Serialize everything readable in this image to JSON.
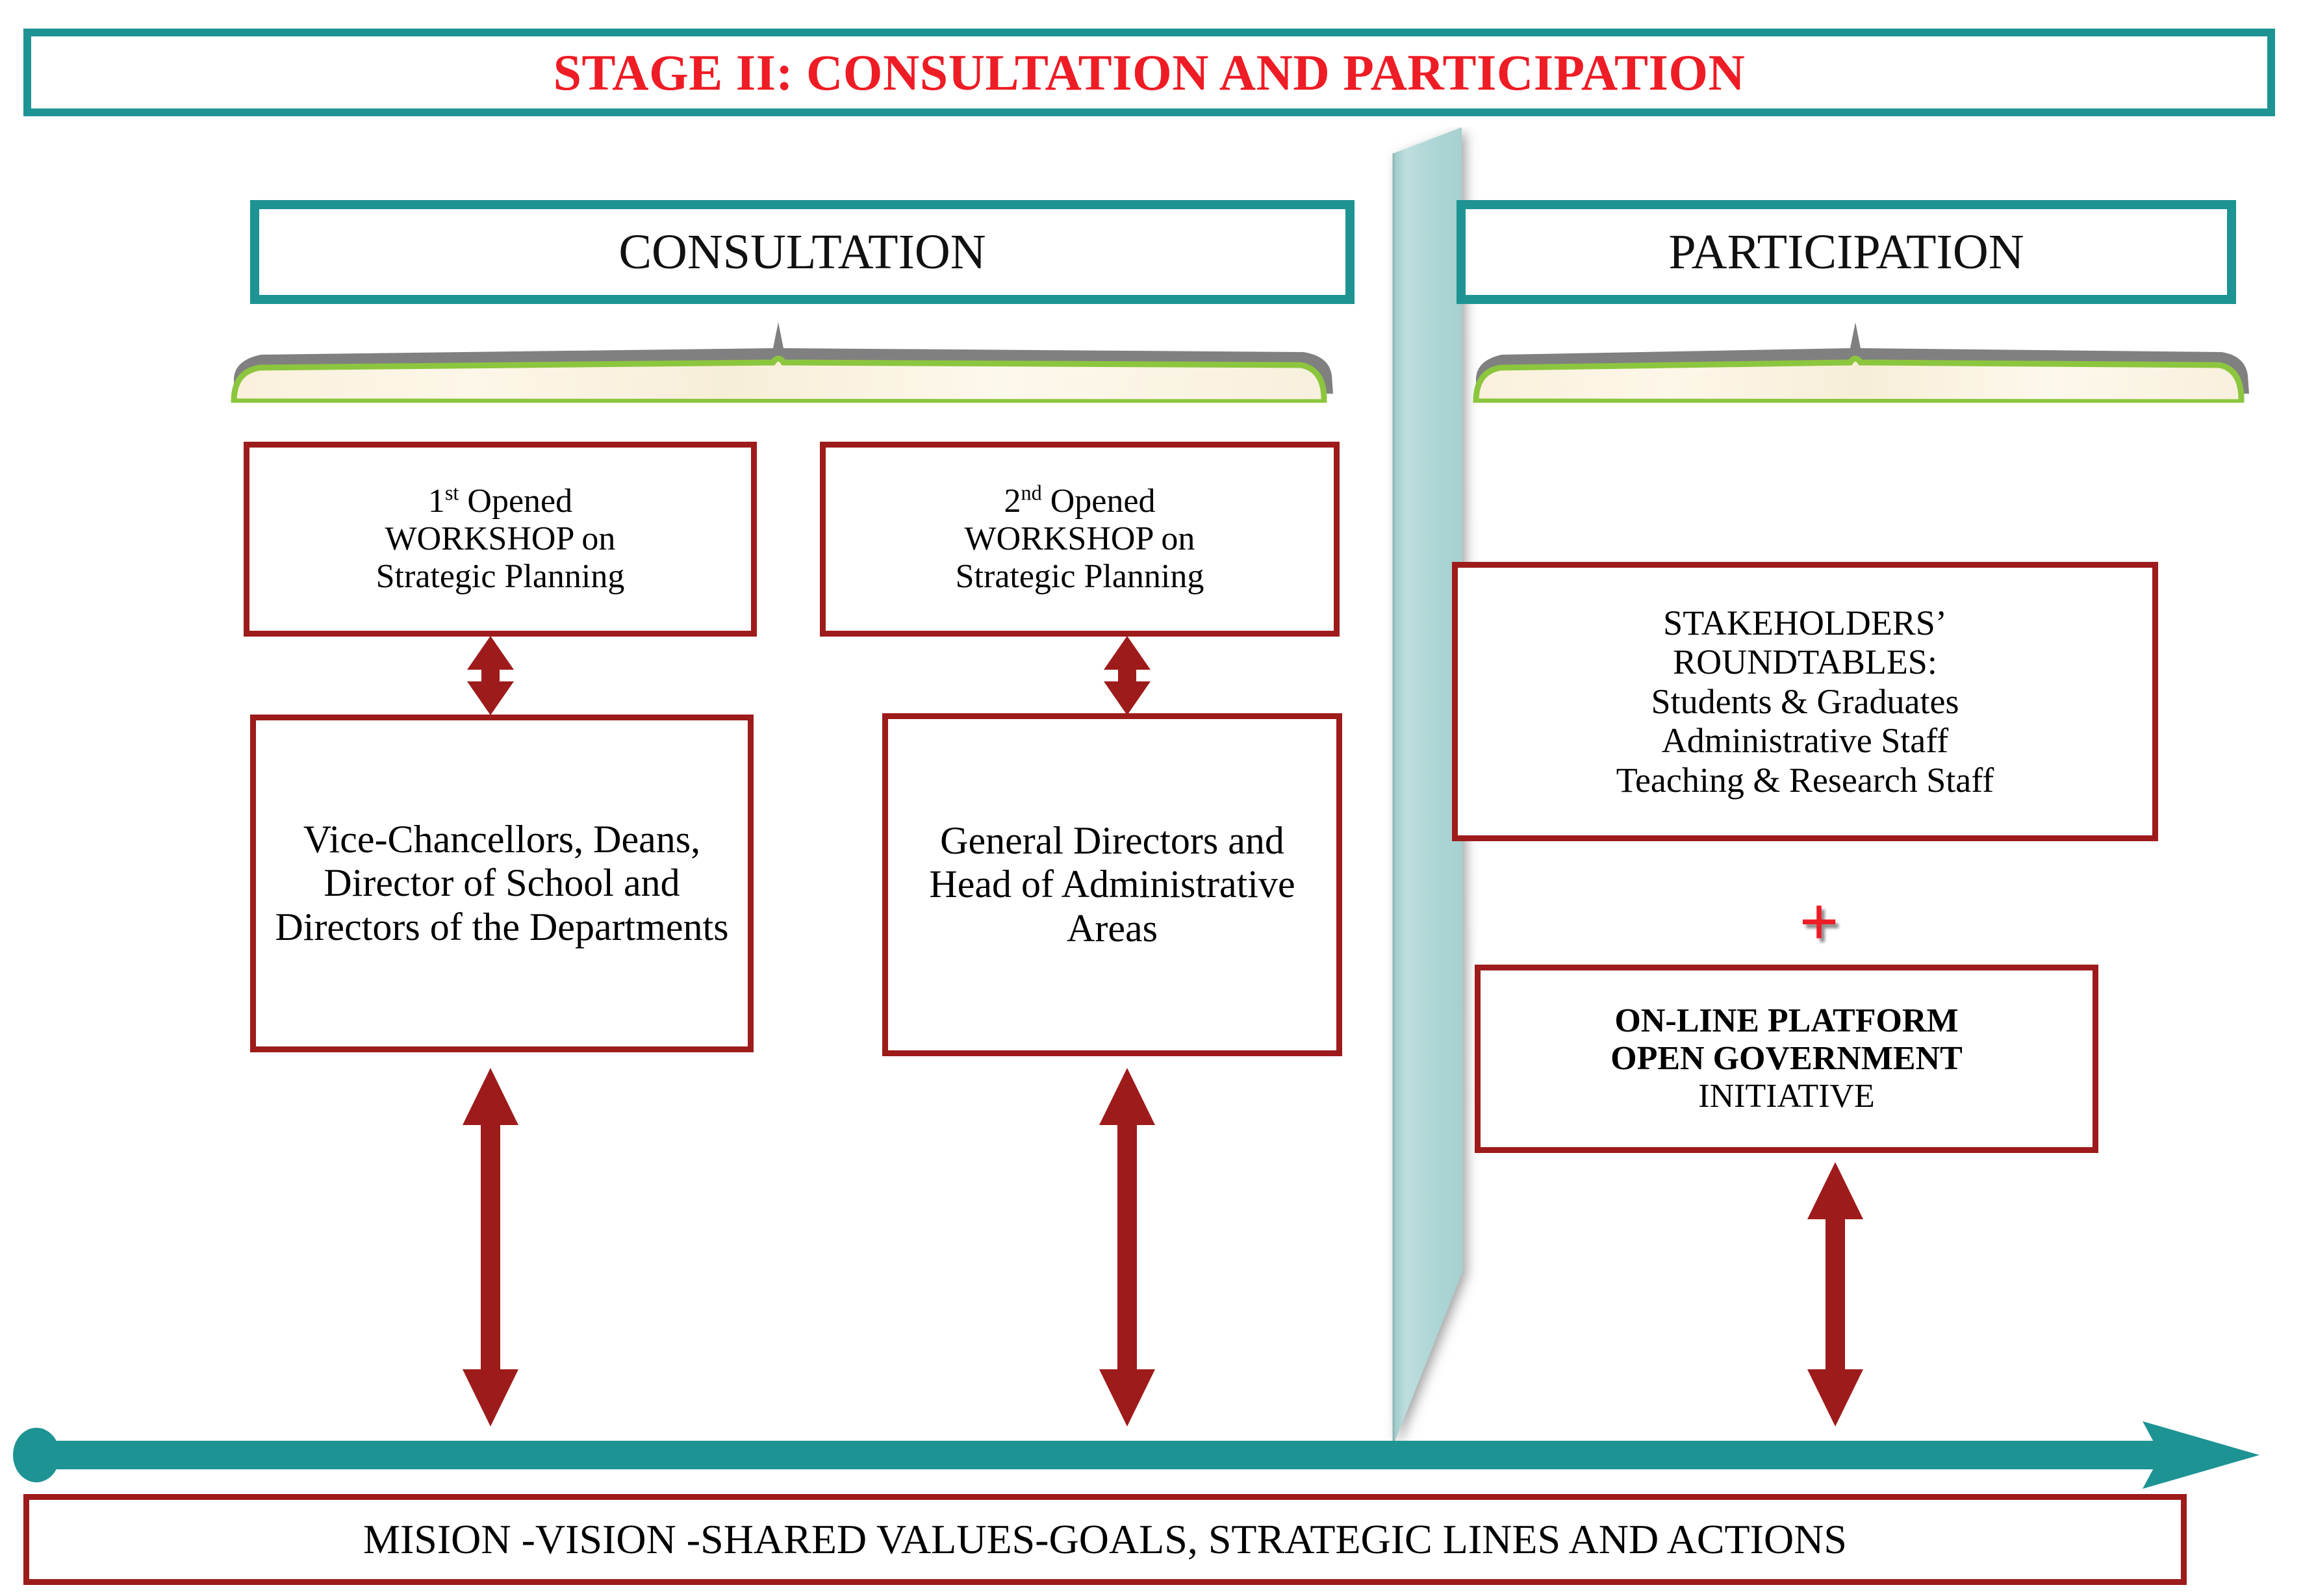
{
  "title": {
    "text": "STAGE II: CONSULTATION AND PARTICIPATION",
    "color": "#EE1C25",
    "border_color": "#1E9393"
  },
  "sections": {
    "consultation": {
      "label": "CONSULTATION"
    },
    "participation": {
      "label": "PARTICIPATION"
    }
  },
  "boxes": {
    "workshop_1": {
      "ordinal": "1",
      "ordinal_suffix": "st",
      "line1_rest": " Opened",
      "line2": "WORKSHOP on",
      "line3": "Strategic Planning"
    },
    "workshop_2": {
      "ordinal": "2",
      "ordinal_suffix": "nd",
      "line1_rest": " Opened",
      "line2": "WORKSHOP on",
      "line3": "Strategic Planning"
    },
    "vice_chancellors": {
      "text": "Vice-Chancellors, Deans, Director of School and Directors of the Departments"
    },
    "general_directors": {
      "text": "General Directors and Head of Administrative Areas"
    },
    "stakeholders": {
      "line1": "STAKEHOLDERS’",
      "line2": "ROUNDTABLES:",
      "line3": "Students & Graduates",
      "line4": "Administrative Staff",
      "line5": "Teaching & Research  Staff"
    },
    "online_platform": {
      "line1": "ON-LINE PLATFORM",
      "line2": "OPEN GOVERNMENT",
      "line3": "INITIATIVE"
    },
    "mission": {
      "text": "MISION -VISION -SHARED VALUES-GOALS, STRATEGIC LINES AND ACTIONS"
    }
  },
  "connectors": {
    "plus": "+"
  },
  "colors": {
    "teal": "#1E9393",
    "teal_light": "#AED8D8",
    "dark_red": "#9E1B1B",
    "bright_red": "#EE1C25",
    "ribbon_gray": "#808080",
    "ribbon_green": "#8CC63E",
    "ribbon_cream": "#FBF3E0",
    "background": "#FFFFFF"
  }
}
